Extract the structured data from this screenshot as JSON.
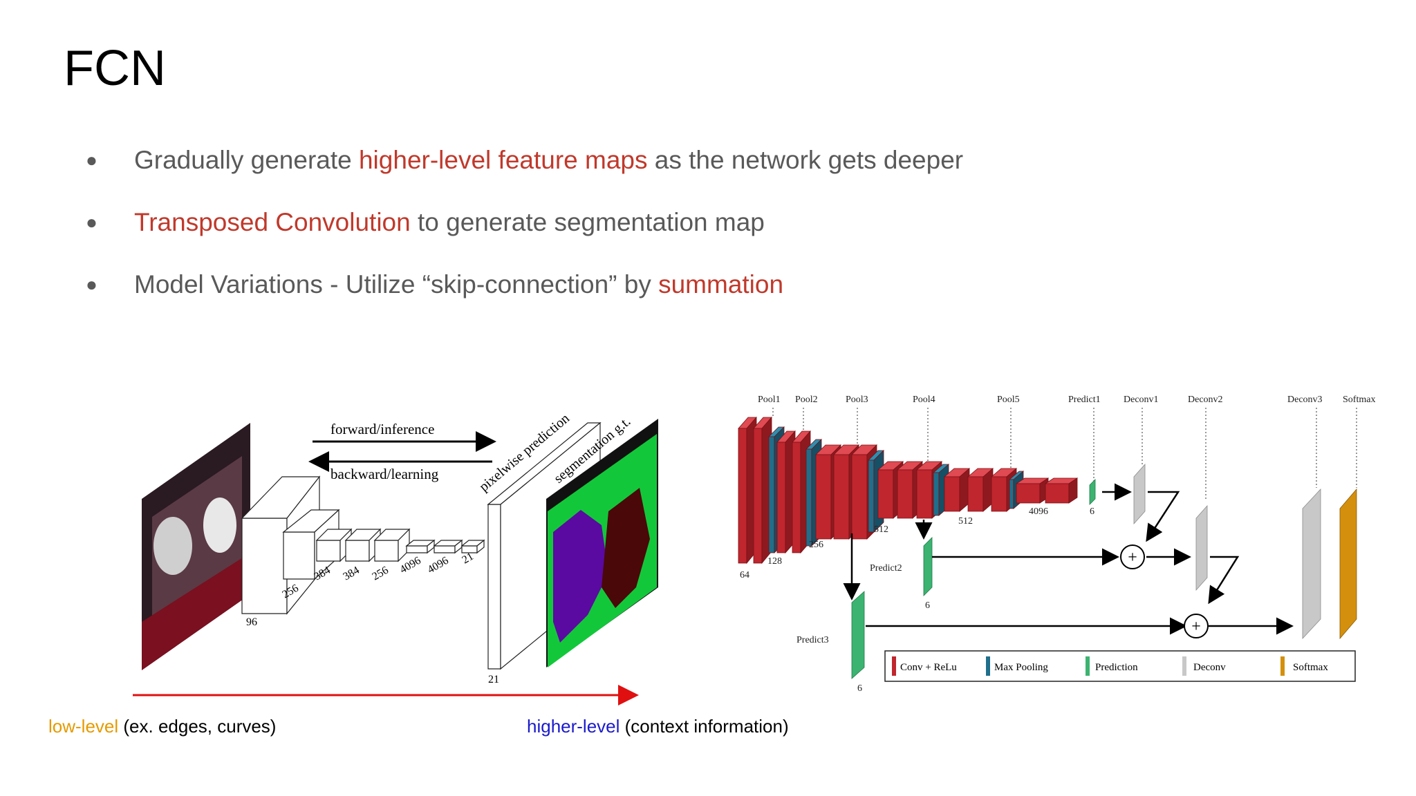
{
  "title": "FCN",
  "bullets": [
    {
      "pre": "Gradually generate ",
      "hl": "higher-level feature maps",
      "post": " as the network gets deeper"
    },
    {
      "pre": "",
      "hl": "Transposed Convolution",
      "post": " to generate segmentation map"
    },
    {
      "pre": "Model Variations - Utilize “skip-connection” by ",
      "hl": "summation",
      "post": ""
    }
  ],
  "left_diagram": {
    "forward": "forward/inference",
    "backward": "backward/learning",
    "pixelwise": "pixelwise prediction",
    "seg_gt": "segmentation g.t.",
    "dims": [
      "96",
      "256",
      "384",
      "384",
      "256",
      "4096",
      "4096",
      "21",
      "21"
    ]
  },
  "right_diagram": {
    "top_labels": [
      "Pool1",
      "Pool2",
      "Pool3",
      "Pool4",
      "Pool5",
      "Predict1",
      "Deconv1",
      "Deconv2",
      "Deconv3",
      "Softmax"
    ],
    "dims": [
      "64",
      "128",
      "256",
      "512",
      "512",
      "4096",
      "6",
      "6",
      "6"
    ],
    "predict2": "Predict2",
    "predict3": "Predict3",
    "legend": [
      "Conv + ReLu",
      "Max Pooling",
      "Prediction",
      "Deconv",
      "Softmax"
    ],
    "colors": {
      "conv": "#c0262e",
      "pool": "#1f6f8b",
      "pred": "#3cb371",
      "deconv": "#c8c8c8",
      "softmax": "#d4900c"
    }
  },
  "captions": {
    "low_hl": "low-level",
    "low_rest": " (ex. edges, curves)",
    "high_hl": "higher-level",
    "high_rest": " (context information)"
  },
  "colors": {
    "highlight": "#c0392b",
    "arrow": "#e01010",
    "low": "#e69a00",
    "high": "#1a1acc"
  }
}
